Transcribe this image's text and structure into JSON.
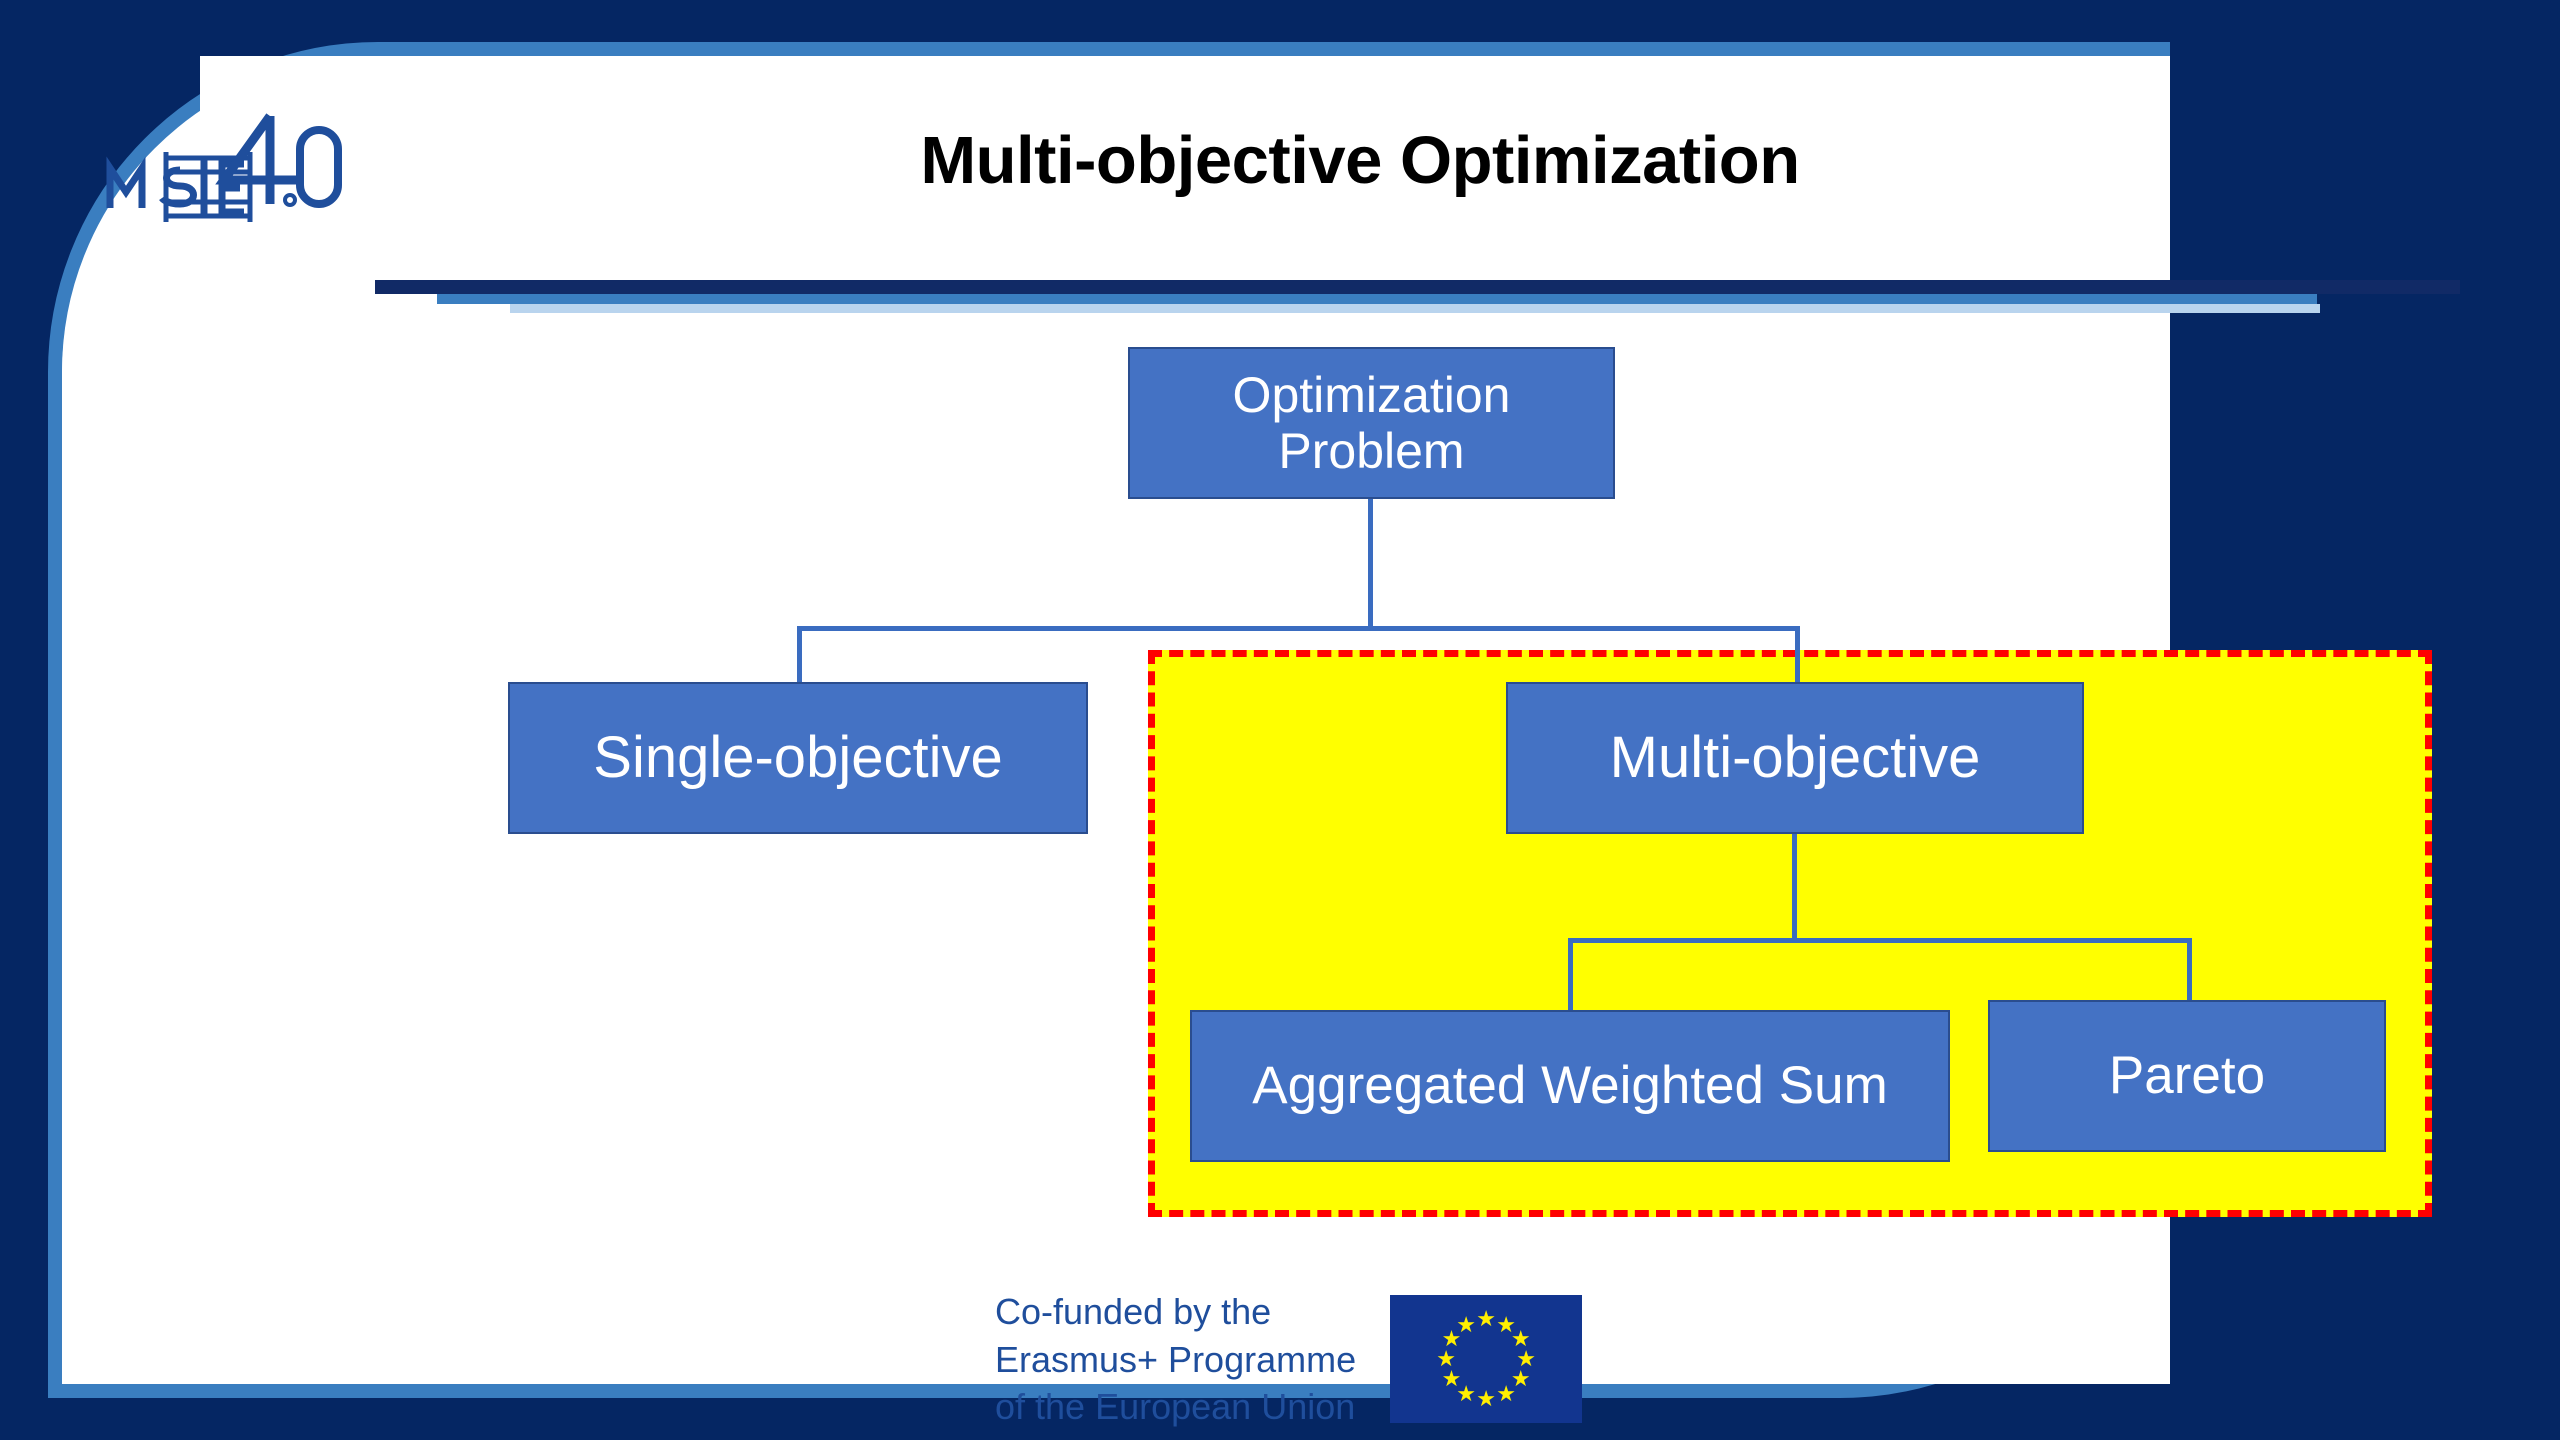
{
  "slide": {
    "title": "Multi-objective Optimization",
    "background_color": "#052663",
    "panel_color": "#ffffff",
    "frame_border_color": "#3a7ec0"
  },
  "logo": {
    "name": "MSIE 4.0",
    "text_primary": "MSIE",
    "text_version": "4.0",
    "color": "#1f4e9c"
  },
  "rules": {
    "navy_color": "#112a66",
    "mid_color": "#3a7ec0",
    "light_color": "#b9d4ee"
  },
  "highlight": {
    "fill_color": "#ffff00",
    "border_color": "#ff0000",
    "border_style": "dashed"
  },
  "diagram": {
    "node_fill": "#4472c4",
    "node_border": "#2a4d8f",
    "connector_color": "#3a6cc0",
    "nodes": [
      {
        "id": "root",
        "label": "Optimization\nProblem",
        "label_line1": "Optimization",
        "label_line2": "Problem"
      },
      {
        "id": "single",
        "label": "Single-objective"
      },
      {
        "id": "multi",
        "label": "Multi-objective"
      },
      {
        "id": "aws",
        "label": "Aggregated Weighted Sum"
      },
      {
        "id": "pareto",
        "label": "Pareto"
      }
    ],
    "edges": [
      {
        "from": "root",
        "to": "single"
      },
      {
        "from": "root",
        "to": "multi"
      },
      {
        "from": "multi",
        "to": "aws"
      },
      {
        "from": "multi",
        "to": "pareto"
      }
    ]
  },
  "footer": {
    "text": "Co-funded by the\nErasmus+ Programme\nof the European Union",
    "text_color": "#1f4e9c",
    "flag": {
      "name": "european-union-flag",
      "background_color": "#12358f",
      "star_color": "#ffef00",
      "star_count": 12
    }
  }
}
